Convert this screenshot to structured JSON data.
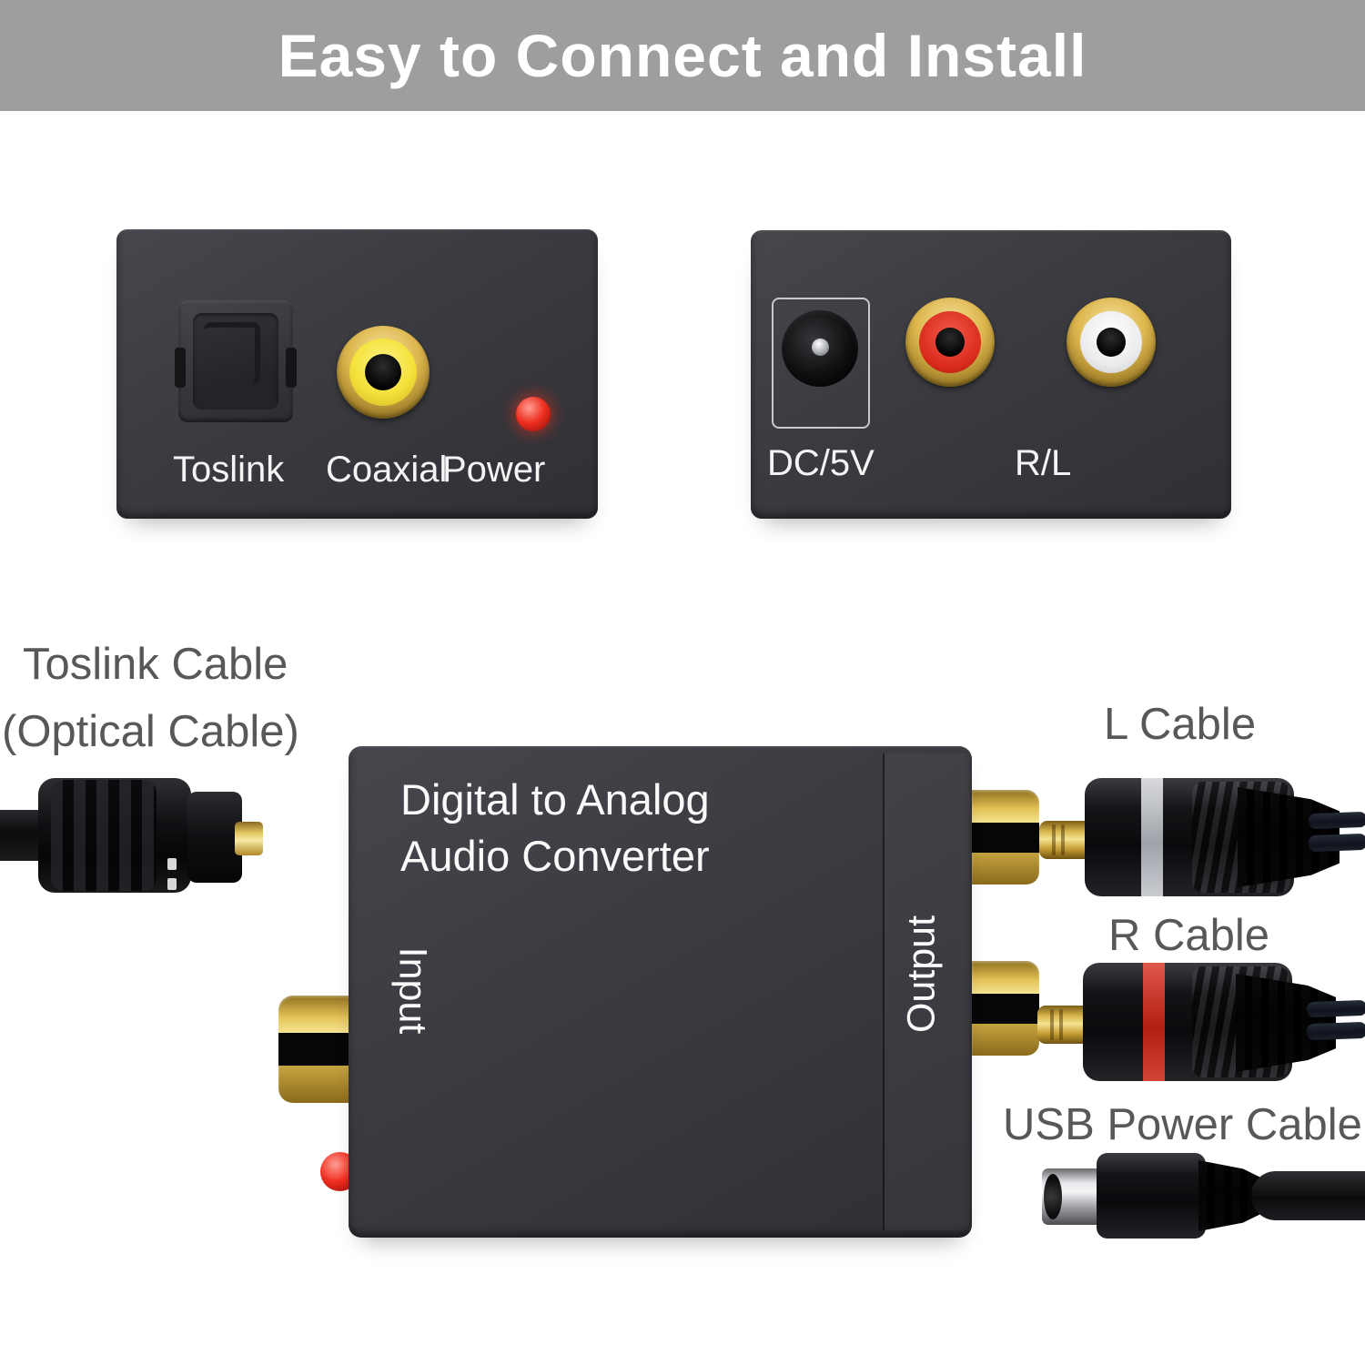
{
  "banner": {
    "title": "Easy to Connect and Install",
    "bg_color": "#9e9e9e",
    "text_color": "#ffffff"
  },
  "input_panel": {
    "toslink_label": "Toslink",
    "coaxial_label": "Coaxial",
    "power_label": "Power"
  },
  "output_panel": {
    "dc_label": "DC/5V",
    "rl_label": "R/L"
  },
  "device": {
    "title_line1": "Digital to Analog",
    "title_line2": "Audio Converter",
    "input_label": "Input",
    "output_label": "Output"
  },
  "annotations": {
    "toslink_cable_line1": "Toslink Cable",
    "toslink_cable_line2": "(Optical Cable)",
    "l_cable": "L Cable",
    "r_cable": "R Cable",
    "usb_power_cable": "USB Power Cable"
  },
  "colors": {
    "panel_dark": "#3a3b40",
    "annotation_gray": "#58585a",
    "gold": "#d7b44a",
    "coaxial_yellow": "#f4e23b",
    "rca_red": "#e23a28",
    "rca_white": "#ffffff",
    "led_red": "#e8261a"
  },
  "icons": {
    "toslink_port": "optical-port-icon",
    "coaxial_jack": "rca-yellow-jack-icon",
    "power_led": "red-led-icon",
    "dc_jack": "barrel-jack-icon",
    "rca_red_jack": "rca-red-jack-icon",
    "rca_white_jack": "rca-white-jack-icon"
  }
}
